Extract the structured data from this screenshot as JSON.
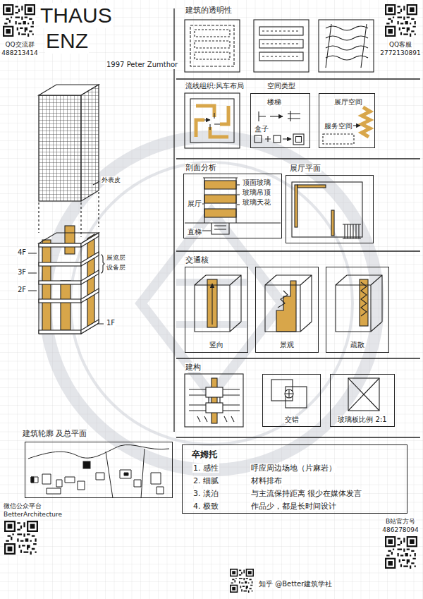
{
  "diagram": {
    "nodes": [
      {
        "text": [
          "楼梯",
          "盒子"
        ]
      },
      {
        "text": [
          "展厅空间",
          "服务空间"
        ]
      },
      {
        "text": [
          "顶面玻璃",
          "玻璃吊顶",
          "玻璃天花",
          "展厅",
          "直梯"
        ]
      },
      {
        "text": [
          "展厅平面"
        ]
      },
      {
        "text": [
          "竖向"
        ]
      },
      {
        "text": [
          "景观"
        ]
      },
      {
        "text": [
          "疏散"
        ]
      },
      {
        "text": [
          "交错"
        ]
      },
      {
        "text": [
          "玻璃板比例 2:1"
        ]
      },
      {
        "text": [
          "建筑轮廓 及总平面"
        ]
      },
      {
        "text": [
          "卒姆托",
          "1. 感性",
          "呼应周边场地（片麻岩）",
          "2. 细腻",
          "材料排布",
          "3. 淡泊",
          "与主流保持距离 很少在媒体发言",
          "4. 极致",
          "作品少，都是长时间设计"
        ]
      }
    ],
    "labels": [
      "THAUS",
      "ENZ",
      "1997 Peter Zumthor",
      "外表皮",
      "4F",
      "3F",
      "2F",
      "展览层",
      "设备层",
      "1F",
      "建筑的透明性",
      "流线组织:风车布局",
      "空间类型",
      "剖面分析",
      "交通核",
      "建构",
      "QQ交流群",
      "488213414",
      "QQ客服",
      "2772130891",
      "微信公众平台",
      "BetterArchitecture",
      "B站官方号",
      "486278094",
      "知乎 @Better建筑学社"
    ]
  }
}
